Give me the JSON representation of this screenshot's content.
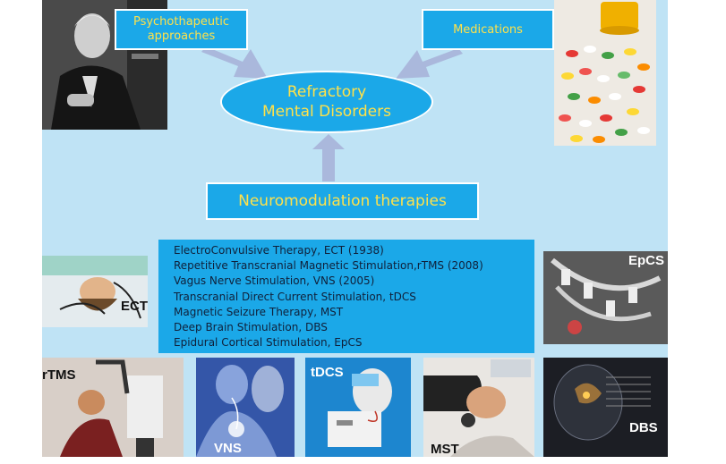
{
  "diagram": {
    "title_line1": "Refractory",
    "title_line2": "Mental Disorders",
    "left_box_line1": "Psychothapeutic",
    "left_box_line2": "approaches",
    "right_box": "Medications",
    "bottom_box": "Neuromodulation therapies",
    "therapies": [
      "ElectroConvulsive Therapy, ECT (1938)",
      "Repetitive Transcranial Magnetic Stimulation,rTMS (2008)",
      "Vagus Nerve Stimulation, VNS (2005)",
      "Transcranial Direct Current Stimulation, tDCS",
      "Magnetic Seizure Therapy, MST",
      "Deep Brain Stimulation, DBS",
      "Epidural Cortical Stimulation, EpCS"
    ],
    "photo_labels": {
      "ect": "ECT",
      "epcs": "EpCS",
      "rtms": "rTMS",
      "vns": "VNS",
      "tdcs": "tDCS",
      "mst": "MST",
      "dbs": "DBS"
    }
  },
  "colors": {
    "background": "#bfe3f5",
    "box_fill": "#1ba8e8",
    "box_text": "#ffe14a",
    "arrow": "#aab8dc"
  }
}
